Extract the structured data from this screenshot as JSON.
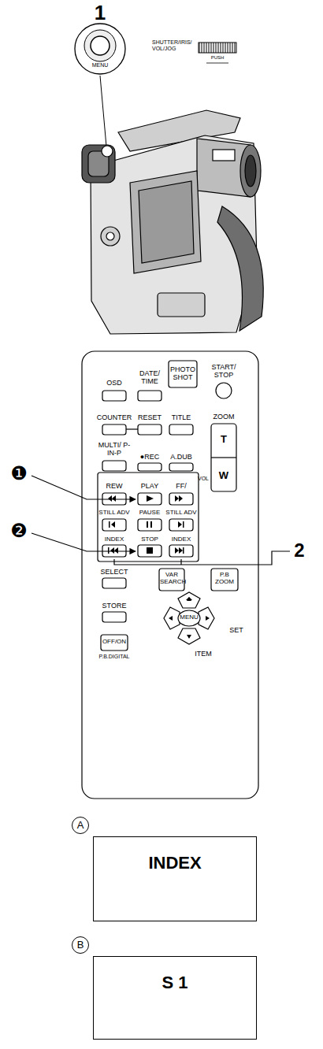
{
  "diagram": {
    "nodes": [
      {
        "text": [
          "A",
          "INDEX"
        ]
      },
      {
        "text": [
          "B",
          "S 1"
        ]
      }
    ],
    "labels": [
      "1",
      "SHUTTER/IRIS/ VOL/JOG",
      "PUSH",
      "MENU",
      "OSD",
      "DATE/ TIME",
      "PHOTO SHOT",
      "START/ STOP",
      "COUNTER",
      "RESET",
      "TITLE",
      "ZOOM",
      "T",
      "W",
      "MULTI/ P-IN-P",
      "●REC",
      "A.DUB",
      "VOL",
      "REW",
      "PLAY",
      "FF/",
      "STILL ADV",
      "PAUSE",
      "STILL ADV",
      "INDEX",
      "INDEX",
      "STOP",
      "SELECT",
      "VAR SEARCH",
      "P.B ZOOM",
      "STORE",
      "MENU",
      "SET",
      "ITEM",
      "OFF/ON",
      "P.B.DIGITAL",
      "❶",
      "❷",
      "2"
    ]
  }
}
